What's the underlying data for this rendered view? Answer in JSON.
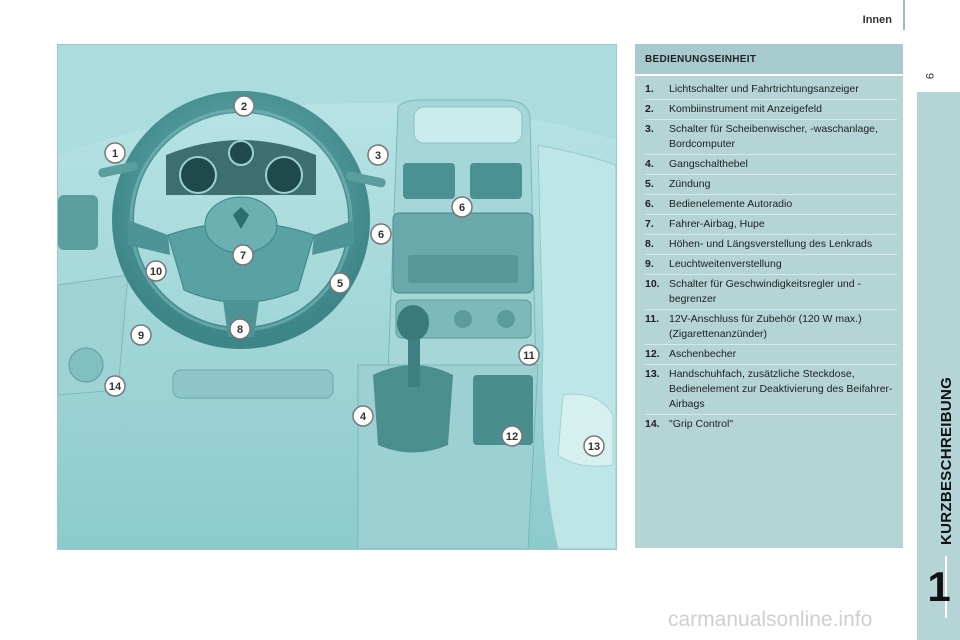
{
  "header": {
    "section": "Innen",
    "page_number": "9"
  },
  "chapter": {
    "title": "KURZBESCHREIBUNG",
    "number": "1"
  },
  "legend": {
    "title": "BEDIENUNGSEINHEIT",
    "items": [
      {
        "num": "1.",
        "text": "Lichtschalter und Fahrtrichtungsanzeiger"
      },
      {
        "num": "2.",
        "text": "Kombiinstrument mit Anzeigefeld"
      },
      {
        "num": "3.",
        "text": "Schalter für Scheibenwischer, -waschanlage, Bordcomputer"
      },
      {
        "num": "4.",
        "text": "Gangschalthebel"
      },
      {
        "num": "5.",
        "text": "Zündung"
      },
      {
        "num": "6.",
        "text": "Bedienelemente Autoradio"
      },
      {
        "num": "7.",
        "text": "Fahrer-Airbag, Hupe"
      },
      {
        "num": "8.",
        "text": "Höhen- und Längsverstellung des Lenkrads"
      },
      {
        "num": "9.",
        "text": "Leuchtweitenverstellung"
      },
      {
        "num": "10.",
        "text": "Schalter für Geschwindigkeitsregler und -begrenzer"
      },
      {
        "num": "11.",
        "text": "12V-Anschluss für Zubehör (120 W max.) (Zigarettenanzünder)"
      },
      {
        "num": "12.",
        "text": "Aschenbecher"
      },
      {
        "num": "13.",
        "text": "Handschuhfach, zusätzliche Steckdose, Bedienelement zur Deaktivierung des Beifahrer-Airbags"
      },
      {
        "num": "14.",
        "text": "\"Grip Control\""
      }
    ]
  },
  "figure": {
    "callouts": [
      "1",
      "2",
      "3",
      "4",
      "5",
      "6",
      "6",
      "7",
      "8",
      "9",
      "10",
      "11",
      "12",
      "13",
      "14"
    ]
  },
  "watermark": "carmanualsonline.info"
}
